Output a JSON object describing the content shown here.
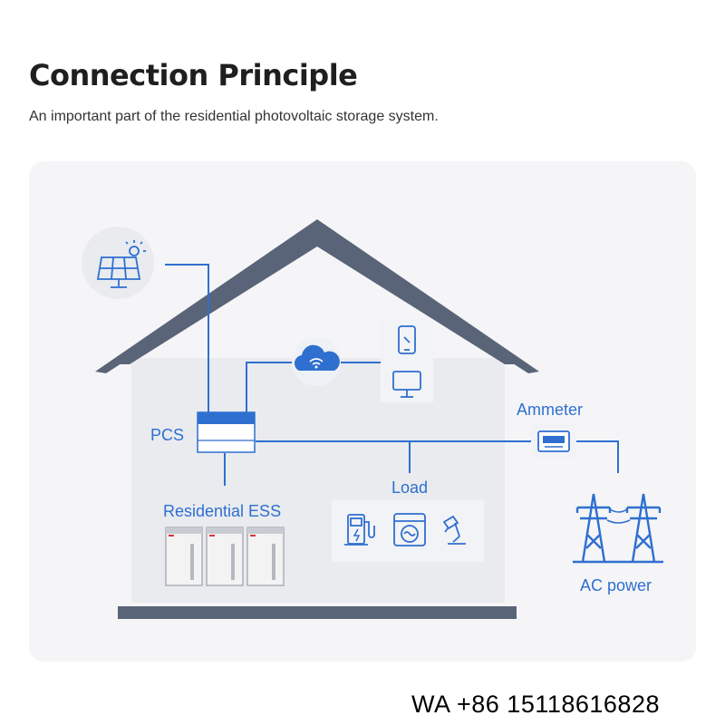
{
  "header": {
    "title": "Connection Principle",
    "subtitle": "An important part of the residential photovoltaic storage system."
  },
  "labels": {
    "pcs": "PCS",
    "ess": "Residential ESS",
    "load": "Load",
    "ammeter": "Ammeter",
    "ac_power": "AC power"
  },
  "icons": {
    "solar": "solar-panel-icon",
    "cloud": "cloud-wifi-icon",
    "phone": "smartphone-icon",
    "monitor": "monitor-icon",
    "charger": "ev-charger-icon",
    "washer": "washing-machine-icon",
    "lamp": "desk-lamp-icon",
    "meter": "ammeter-icon",
    "tower": "power-tower-icon"
  },
  "colors": {
    "accent": "#2f6fd0",
    "roof": "#5a6478",
    "wall": "#e9ebef",
    "panel": "#f5f5f7"
  },
  "watermark": "WA +86 15118616828"
}
